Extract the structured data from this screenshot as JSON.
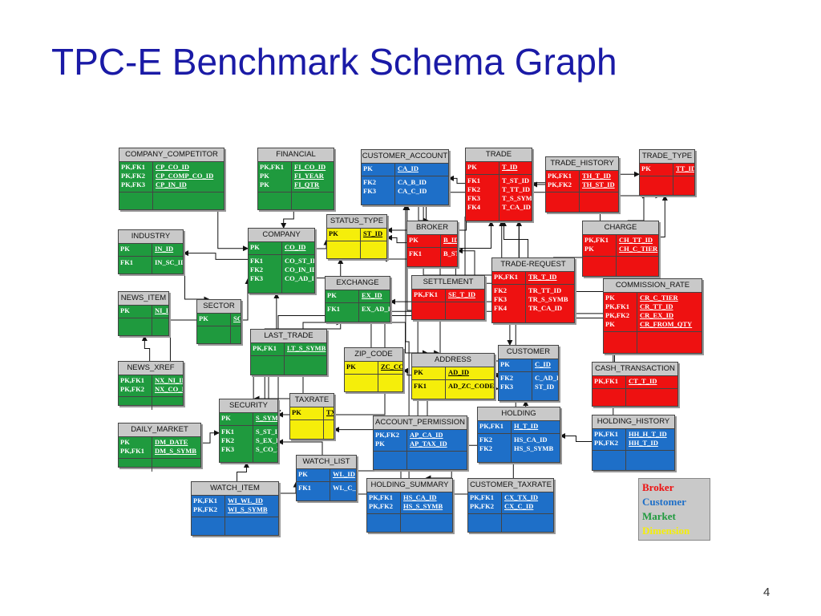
{
  "slide": {
    "title": "TPC-E Benchmark Schema Graph",
    "page_number": "4"
  },
  "legend": {
    "items": [
      {
        "label": "Broker",
        "color": "#ee1111"
      },
      {
        "label": "Customer",
        "color": "#1e6fc8"
      },
      {
        "label": "Market",
        "color": "#1f9a3e"
      },
      {
        "label": "Dimension",
        "color": "#f5ee0a"
      }
    ]
  },
  "domain_colors": {
    "broker": "#ee1111",
    "customer": "#1e6fc8",
    "market": "#1f9a3e",
    "dimension": "#f5ee0a",
    "header": "#c9c9c9"
  },
  "tables": [
    {
      "id": "company_competitor",
      "name": "COMPANY_COMPETITOR",
      "domain": "market",
      "sections": [
        {
          "keys": [
            "PK,FK1",
            "PK,FK2",
            "PK,FK3"
          ],
          "cols": [
            [
              "CP_CO_ID",
              true
            ],
            [
              "CP_COMP_CO_ID",
              true
            ],
            [
              "CP_IN_ID",
              true
            ]
          ]
        },
        {
          "keys": [],
          "cols": []
        }
      ]
    },
    {
      "id": "financial",
      "name": "FINANCIAL",
      "domain": "market",
      "sections": [
        {
          "keys": [
            "PK,FK1",
            "PK",
            "PK"
          ],
          "cols": [
            [
              "FI_CO_ID",
              true
            ],
            [
              "FI_YEAR",
              true
            ],
            [
              "FI_QTR",
              true
            ]
          ]
        },
        {
          "keys": [],
          "cols": []
        }
      ]
    },
    {
      "id": "customer_account",
      "name": "CUSTOMER_ACCOUNT",
      "domain": "customer",
      "sections": [
        {
          "keys": [
            "PK"
          ],
          "cols": [
            [
              "CA_ID",
              true
            ]
          ]
        },
        {
          "keys": [
            "FK2",
            "FK3"
          ],
          "cols": [
            [
              "CA_B_ID",
              false
            ],
            [
              "CA_C_ID",
              false
            ]
          ]
        }
      ]
    },
    {
      "id": "trade",
      "name": "TRADE",
      "domain": "broker",
      "sections": [
        {
          "keys": [
            "PK"
          ],
          "cols": [
            [
              "T_ID",
              true
            ]
          ]
        },
        {
          "keys": [
            "FK1",
            "FK2",
            "FK3",
            "FK4"
          ],
          "cols": [
            [
              "T_ST_ID",
              false
            ],
            [
              "T_TT_ID",
              false
            ],
            [
              "T_S_SYMB",
              false
            ],
            [
              "T_CA_ID",
              false
            ]
          ]
        }
      ]
    },
    {
      "id": "trade_history",
      "name": "TRADE_HISTORY",
      "domain": "broker",
      "sections": [
        {
          "keys": [
            "PK,FK1",
            "PK,FK2"
          ],
          "cols": [
            [
              "TH_T_ID",
              true
            ],
            [
              "TH_ST_ID",
              true
            ]
          ]
        },
        {
          "keys": [],
          "cols": []
        }
      ]
    },
    {
      "id": "trade_type",
      "name": "TRADE_TYPE",
      "domain": "broker",
      "sections": [
        {
          "keys": [
            "PK"
          ],
          "cols": [
            [
              "TT_ID",
              true
            ]
          ]
        },
        {
          "keys": [],
          "cols": []
        }
      ]
    },
    {
      "id": "industry",
      "name": "INDUSTRY",
      "domain": "market",
      "sections": [
        {
          "keys": [
            "PK"
          ],
          "cols": [
            [
              "IN_ID",
              true
            ]
          ]
        },
        {
          "keys": [
            "FK1"
          ],
          "cols": [
            [
              "IN_SC_ID",
              false
            ]
          ]
        }
      ]
    },
    {
      "id": "company",
      "name": "COMPANY",
      "domain": "market",
      "sections": [
        {
          "keys": [
            "PK"
          ],
          "cols": [
            [
              "CO_ID",
              true
            ]
          ]
        },
        {
          "keys": [
            "FK1",
            "FK2",
            "FK3"
          ],
          "cols": [
            [
              "CO_ST_ID",
              false
            ],
            [
              "CO_IN_ID",
              false
            ],
            [
              "CO_AD_ID",
              false
            ]
          ]
        }
      ]
    },
    {
      "id": "status_type",
      "name": "STATUS_TYPE",
      "domain": "dimension",
      "sections": [
        {
          "keys": [
            "PK"
          ],
          "cols": [
            [
              "ST_ID",
              true
            ]
          ]
        },
        {
          "keys": [],
          "cols": []
        }
      ]
    },
    {
      "id": "broker",
      "name": "BROKER",
      "domain": "broker",
      "sections": [
        {
          "keys": [
            "PK"
          ],
          "cols": [
            [
              "B_ID",
              true
            ]
          ]
        },
        {
          "keys": [
            "FK1"
          ],
          "cols": [
            [
              "B_ST_ID",
              false
            ]
          ]
        }
      ]
    },
    {
      "id": "charge",
      "name": "CHARGE",
      "domain": "broker",
      "sections": [
        {
          "keys": [
            "PK,FK1",
            "PK"
          ],
          "cols": [
            [
              "CH_TT_ID",
              true
            ],
            [
              "CH_C_TIER",
              true
            ]
          ]
        },
        {
          "keys": [],
          "cols": []
        }
      ]
    },
    {
      "id": "news_item",
      "name": "NEWS_ITEM",
      "domain": "market",
      "sections": [
        {
          "keys": [
            "PK"
          ],
          "cols": [
            [
              "NI_ID",
              true
            ]
          ]
        },
        {
          "keys": [],
          "cols": []
        }
      ]
    },
    {
      "id": "sector",
      "name": "SECTOR",
      "domain": "market",
      "sections": [
        {
          "keys": [
            "PK"
          ],
          "cols": [
            [
              "SC_ID",
              true
            ]
          ]
        },
        {
          "keys": [],
          "cols": []
        }
      ]
    },
    {
      "id": "exchange",
      "name": "EXCHANGE",
      "domain": "market",
      "sections": [
        {
          "keys": [
            "PK"
          ],
          "cols": [
            [
              "EX_ID",
              true
            ]
          ]
        },
        {
          "keys": [
            "FK1"
          ],
          "cols": [
            [
              "EX_AD_ID",
              false
            ]
          ]
        }
      ]
    },
    {
      "id": "settlement",
      "name": "SETTLEMENT",
      "domain": "broker",
      "sections": [
        {
          "keys": [
            "PK,FK1"
          ],
          "cols": [
            [
              "SE_T_ID",
              true
            ]
          ]
        },
        {
          "keys": [],
          "cols": []
        }
      ]
    },
    {
      "id": "trade_request",
      "name": "TRADE-REQUEST",
      "domain": "broker",
      "sections": [
        {
          "keys": [
            "PK,FK1"
          ],
          "cols": [
            [
              "TR_T_ID",
              true
            ]
          ]
        },
        {
          "keys": [
            "FK2",
            "FK3",
            "FK4"
          ],
          "cols": [
            [
              "TR_TT_ID",
              false
            ],
            [
              "TR_S_SYMB",
              false
            ],
            [
              "TR_CA_ID",
              false
            ]
          ]
        }
      ]
    },
    {
      "id": "commission_rate",
      "name": "COMMISSION_RATE",
      "domain": "broker",
      "sections": [
        {
          "keys": [
            "PK",
            "PK,FK1",
            "PK,FK2",
            "PK"
          ],
          "cols": [
            [
              "CR_C_TIER",
              true
            ],
            [
              "CR_TT_ID",
              true
            ],
            [
              "CR_EX_ID",
              true
            ],
            [
              "CR_FROM_QTY",
              true
            ]
          ]
        },
        {
          "keys": [],
          "cols": []
        }
      ]
    },
    {
      "id": "last_trade",
      "name": "LAST_TRADE",
      "domain": "market",
      "sections": [
        {
          "keys": [
            "PK,FK1"
          ],
          "cols": [
            [
              "LT_S_SYMB",
              true
            ]
          ]
        },
        {
          "keys": [],
          "cols": []
        }
      ]
    },
    {
      "id": "news_xref",
      "name": "NEWS_XREF",
      "domain": "market",
      "sections": [
        {
          "keys": [
            "PK,FK1",
            "PK,FK2"
          ],
          "cols": [
            [
              "NX_NI_ID",
              true
            ],
            [
              "NX_CO_ID",
              true
            ]
          ]
        },
        {
          "keys": [],
          "cols": []
        }
      ]
    },
    {
      "id": "zip_code",
      "name": "ZIP_CODE",
      "domain": "dimension",
      "sections": [
        {
          "keys": [
            "PK"
          ],
          "cols": [
            [
              "ZC_CODE",
              true
            ]
          ]
        },
        {
          "keys": [],
          "cols": []
        }
      ]
    },
    {
      "id": "address",
      "name": "ADDRESS",
      "domain": "dimension",
      "sections": [
        {
          "keys": [
            "PK"
          ],
          "cols": [
            [
              "AD_ID",
              true
            ]
          ]
        },
        {
          "keys": [
            "FK1"
          ],
          "cols": [
            [
              "AD_ZC_CODE",
              false
            ]
          ]
        }
      ]
    },
    {
      "id": "customer",
      "name": "CUSTOMER",
      "domain": "customer",
      "sections": [
        {
          "keys": [
            "PK"
          ],
          "cols": [
            [
              "C_ID",
              true
            ]
          ]
        },
        {
          "keys": [
            "FK2",
            "FK3"
          ],
          "cols": [
            [
              "C_AD_ID",
              false
            ],
            [
              "ST_ID",
              false
            ]
          ]
        }
      ]
    },
    {
      "id": "cash_transaction",
      "name": "CASH_TRANSACTION",
      "domain": "broker",
      "sections": [
        {
          "keys": [
            "PK,FK1"
          ],
          "cols": [
            [
              "CT_T_ID",
              true
            ]
          ]
        },
        {
          "keys": [],
          "cols": []
        }
      ]
    },
    {
      "id": "daily_market",
      "name": "DAILY_MARKET",
      "domain": "market",
      "sections": [
        {
          "keys": [
            "PK",
            "PK,FK1"
          ],
          "cols": [
            [
              "DM_DATE",
              true
            ],
            [
              "DM_S_SYMB",
              true
            ]
          ]
        },
        {
          "keys": [],
          "cols": []
        }
      ]
    },
    {
      "id": "security",
      "name": "SECURITY",
      "domain": "market",
      "sections": [
        {
          "keys": [
            "PK"
          ],
          "cols": [
            [
              "S_SYMB",
              true
            ]
          ]
        },
        {
          "keys": [
            "FK1",
            "FK2",
            "FK3"
          ],
          "cols": [
            [
              "S_ST_ID",
              false
            ],
            [
              "S_EX_ID",
              false
            ],
            [
              "S_CO_ID",
              false
            ]
          ]
        }
      ]
    },
    {
      "id": "taxrate",
      "name": "TAXRATE",
      "domain": "dimension",
      "sections": [
        {
          "keys": [
            "PK"
          ],
          "cols": [
            [
              "TX_ID",
              true
            ]
          ]
        },
        {
          "keys": [],
          "cols": []
        }
      ]
    },
    {
      "id": "account_permission",
      "name": "ACCOUNT_PERMISSION",
      "domain": "customer",
      "sections": [
        {
          "keys": [
            "PK,FK2",
            "PK"
          ],
          "cols": [
            [
              "AP_CA_ID",
              true
            ],
            [
              "AP_TAX_ID",
              true
            ]
          ]
        },
        {
          "keys": [],
          "cols": []
        }
      ]
    },
    {
      "id": "holding",
      "name": "HOLDING",
      "domain": "customer",
      "sections": [
        {
          "keys": [
            "PK,FK1"
          ],
          "cols": [
            [
              "H_T_ID",
              true
            ]
          ]
        },
        {
          "keys": [
            "FK2",
            "FK2"
          ],
          "cols": [
            [
              "HS_CA_ID",
              false
            ],
            [
              "HS_S_SYMB",
              false
            ]
          ]
        }
      ]
    },
    {
      "id": "holding_history",
      "name": "HOLDING_HISTORY",
      "domain": "customer",
      "sections": [
        {
          "keys": [
            "PK,FK1",
            "PK,FK2"
          ],
          "cols": [
            [
              "HH_H_T_ID",
              true
            ],
            [
              "HH_T_ID",
              true
            ]
          ]
        },
        {
          "keys": [],
          "cols": []
        }
      ]
    },
    {
      "id": "watch_list",
      "name": "WATCH_LIST",
      "domain": "customer",
      "sections": [
        {
          "keys": [
            "PK"
          ],
          "cols": [
            [
              "WL_ID",
              true
            ]
          ]
        },
        {
          "keys": [
            "FK1"
          ],
          "cols": [
            [
              "WL_C_ID",
              false
            ]
          ]
        }
      ]
    },
    {
      "id": "watch_item",
      "name": "WATCH_ITEM",
      "domain": "customer",
      "sections": [
        {
          "keys": [
            "PK,FK1",
            "PK,FK2"
          ],
          "cols": [
            [
              "WI_WL_ID",
              true
            ],
            [
              "WI_S_SYMB",
              true
            ]
          ]
        },
        {
          "keys": [],
          "cols": []
        }
      ]
    },
    {
      "id": "holding_summary",
      "name": "HOLDING_SUMMARY",
      "domain": "customer",
      "sections": [
        {
          "keys": [
            "PK,FK1",
            "PK,FK2"
          ],
          "cols": [
            [
              "HS_CA_ID",
              true
            ],
            [
              "HS_S_SYMB",
              true
            ]
          ]
        },
        {
          "keys": [],
          "cols": []
        }
      ]
    },
    {
      "id": "customer_taxrate",
      "name": "CUSTOMER_TAXRATE",
      "domain": "customer",
      "sections": [
        {
          "keys": [
            "PK,FK1",
            "PK,FK2"
          ],
          "cols": [
            [
              "CX_TX_ID",
              true
            ],
            [
              "CX_C_ID",
              true
            ]
          ]
        },
        {
          "keys": [],
          "cols": []
        }
      ]
    }
  ],
  "relationships": [
    [
      "company_competitor",
      "company"
    ],
    [
      "financial",
      "company"
    ],
    [
      "industry",
      "sector"
    ],
    [
      "company",
      "industry"
    ],
    [
      "company",
      "status_type"
    ],
    [
      "company",
      "address"
    ],
    [
      "customer_account",
      "broker"
    ],
    [
      "customer_account",
      "customer"
    ],
    [
      "trade",
      "status_type"
    ],
    [
      "trade",
      "trade_type"
    ],
    [
      "trade",
      "security"
    ],
    [
      "trade",
      "customer_account"
    ],
    [
      "trade_history",
      "trade"
    ],
    [
      "trade_history",
      "status_type"
    ],
    [
      "charge",
      "trade_type"
    ],
    [
      "broker",
      "status_type"
    ],
    [
      "exchange",
      "address"
    ],
    [
      "settlement",
      "trade"
    ],
    [
      "trade_request",
      "trade"
    ],
    [
      "trade_request",
      "trade_type"
    ],
    [
      "trade_request",
      "security"
    ],
    [
      "trade_request",
      "broker"
    ],
    [
      "commission_rate",
      "trade_type"
    ],
    [
      "commission_rate",
      "exchange"
    ],
    [
      "last_trade",
      "security"
    ],
    [
      "news_xref",
      "news_item"
    ],
    [
      "news_xref",
      "company"
    ],
    [
      "address",
      "zip_code"
    ],
    [
      "customer",
      "address"
    ],
    [
      "customer",
      "status_type"
    ],
    [
      "cash_transaction",
      "trade"
    ],
    [
      "daily_market",
      "security"
    ],
    [
      "security",
      "status_type"
    ],
    [
      "security",
      "exchange"
    ],
    [
      "security",
      "company"
    ],
    [
      "account_permission",
      "customer_account"
    ],
    [
      "holding",
      "trade"
    ],
    [
      "holding",
      "holding_summary"
    ],
    [
      "holding_history",
      "holding"
    ],
    [
      "holding_history",
      "trade"
    ],
    [
      "watch_list",
      "customer"
    ],
    [
      "watch_item",
      "watch_list"
    ],
    [
      "watch_item",
      "security"
    ],
    [
      "holding_summary",
      "customer_account"
    ],
    [
      "holding_summary",
      "security"
    ],
    [
      "customer_taxrate",
      "taxrate"
    ],
    [
      "customer_taxrate",
      "customer"
    ]
  ]
}
